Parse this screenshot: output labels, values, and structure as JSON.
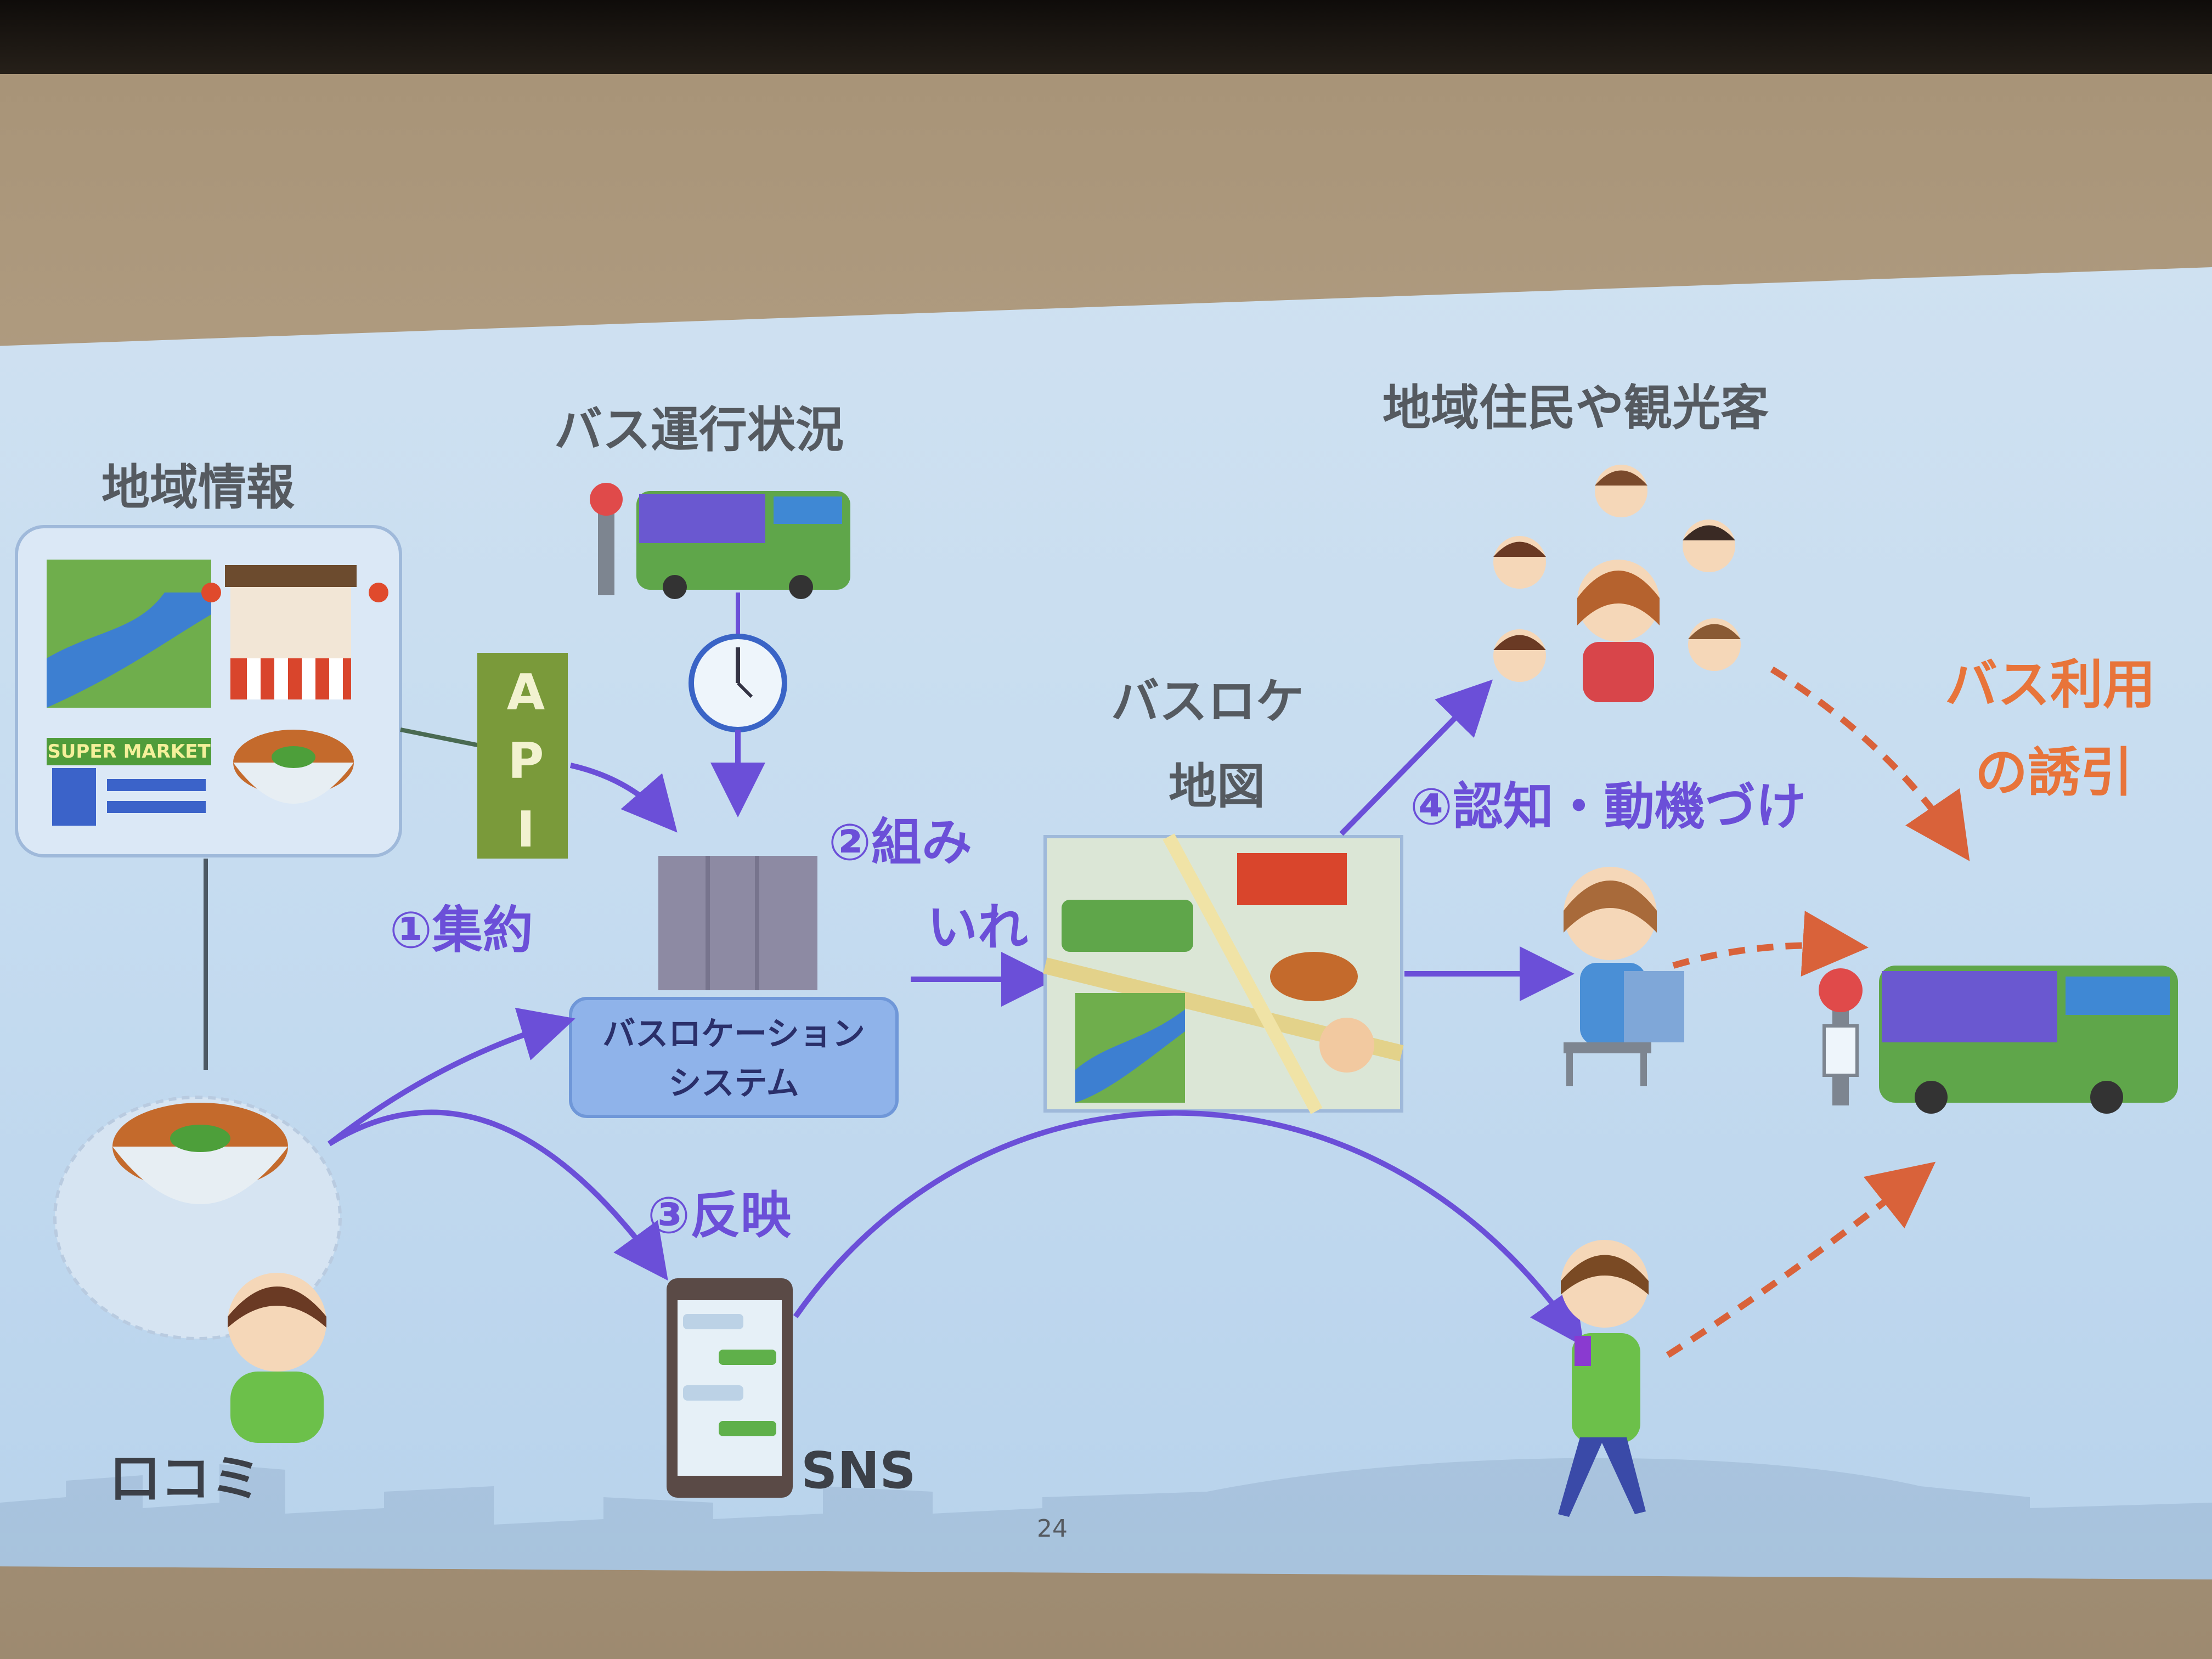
{
  "slide": {
    "page_number": "24",
    "labels": {
      "local_info": "地域情報",
      "bus_status": "バス運行状況",
      "api": "API",
      "step1": "①集約",
      "system_line1": "バスロケーション",
      "system_line2": "システム",
      "step2_line1": "②組み",
      "step2_line2": "いれ",
      "busloc_map_line1": "バスロケ",
      "busloc_map_line2": "地図",
      "residents": "地域住民や観光客",
      "step4": "④認知・動機づけ",
      "induce_line1": "バス利用",
      "induce_line2": "の誘引",
      "step3": "③反映",
      "word_of_mouth": "口コミ",
      "sns": "SNS",
      "supermarket_sign": "SUPER MARKET"
    }
  },
  "colors": {
    "arrow_purple": "#6b4fd8",
    "arrow_orange": "#d9623a",
    "api_green": "#7a9a3a",
    "system_blue": "#8fb3ea"
  },
  "icons": {
    "local_info_panel": "local-info-illustrations",
    "bus": "bus-icon",
    "clock": "clock-icon",
    "server": "server-icon",
    "map": "map-icon",
    "smartphone": "smartphone-icon",
    "people": "person-icon",
    "bus_stop": "bus-stop-icon",
    "rice_bowl": "rice-bowl-icon"
  }
}
